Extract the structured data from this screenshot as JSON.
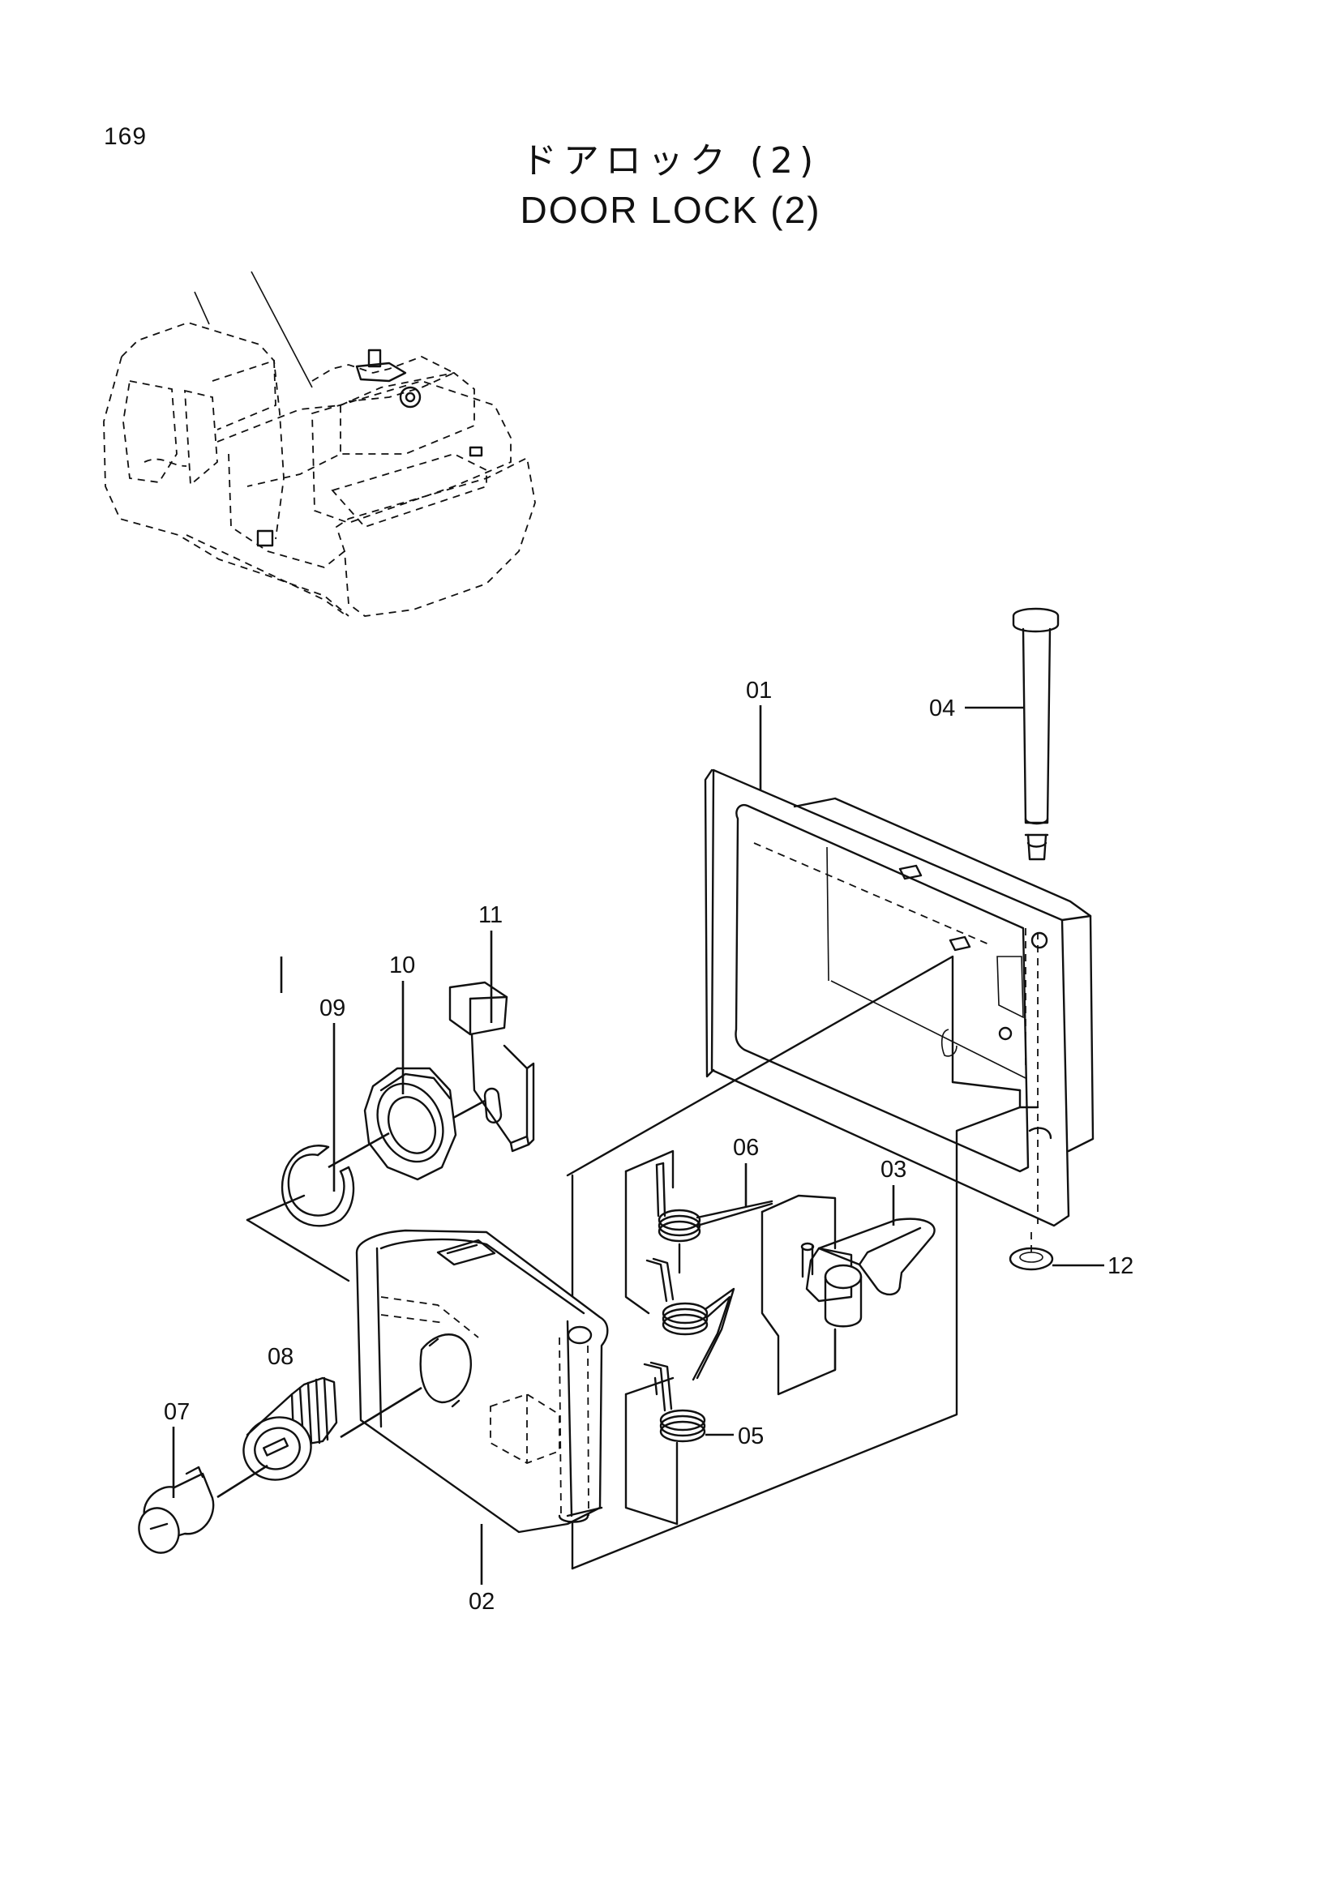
{
  "page": {
    "number": "169"
  },
  "title": {
    "japanese": "ドアロック (2)",
    "english": "DOOR  LOCK (2)"
  },
  "callouts": {
    "c01": "01",
    "c02": "02",
    "c03": "03",
    "c04": "04",
    "c05": "05",
    "c06": "06",
    "c07": "07",
    "c08": "08",
    "c09": "09",
    "c10": "10",
    "c11": "11",
    "c12": "12"
  }
}
